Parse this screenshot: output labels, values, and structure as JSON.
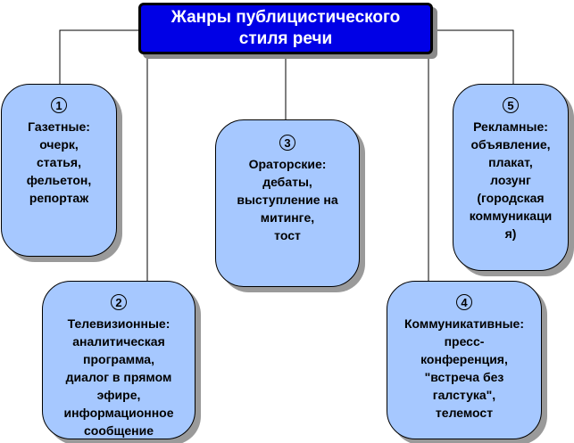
{
  "title": "Жанры публицистического стиля речи",
  "genres": [
    {
      "number": "1",
      "text": "Газетные:\nочерк,\nстатья,\nфельетон,\nрепортаж"
    },
    {
      "number": "2",
      "text": "Телевизионные:\nаналитическая\nпрограмма,\nдиалог в прямом\nэфире,\nинформационное\nсообщение"
    },
    {
      "number": "3",
      "text": "Ораторские:\nдебаты,\nвыступление на\nмитинге,\nтост"
    },
    {
      "number": "4",
      "text": "Коммуникативные:\nпресс-\nконференция,\n\"встреча без\nгалстука\",\nтелемост"
    },
    {
      "number": "5",
      "text": "Рекламные:\nобъявление,\nплакат,\nлозунг\n(городская\nкоммуникаци\nя)"
    }
  ],
  "colors": {
    "title_fill": "#0000e6",
    "node_fill": "#a6c8ff"
  }
}
